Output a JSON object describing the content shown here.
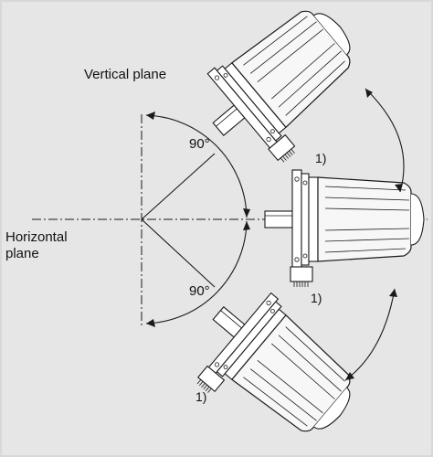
{
  "colors": {
    "background": "#e6e6e6",
    "frame": "#d8d8d8",
    "line": "#1a1a1a",
    "body_fill": "#f7f7f7"
  },
  "labels": {
    "vertical_plane": "Vertical plane",
    "horizontal_plane_line1": "Horizontal",
    "horizontal_plane_line2": "plane",
    "angle_upper": "90°",
    "angle_lower": "90°",
    "footnote_top": "1)",
    "footnote_middle": "1)",
    "footnote_bottom": "1)"
  },
  "icons": {
    "motor": "motor-unit-icon",
    "double_arrow": "double-arrow-icon",
    "terminal": "terminal-box-icon"
  }
}
